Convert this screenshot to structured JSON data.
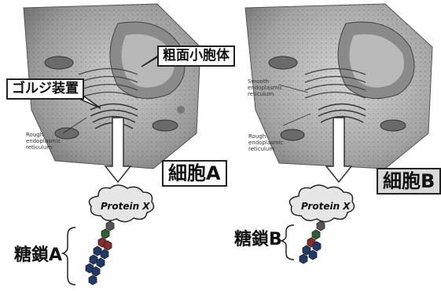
{
  "left_panel": {
    "callouts": {
      "rough_er": "粗面小胞体",
      "golgi": "ゴルジ装置"
    },
    "small_label_rough_er": "Rough\nendoplasmic\nreticulum",
    "cell_label": "細胞A",
    "protein_label": "Protein X",
    "sugar_chain_label": "糖鎖A"
  },
  "right_panel": {
    "small_label_smooth_er": "Smooth\nendoplasmic\nreticulum",
    "small_label_rough_er": "Rough\nendoplasmic\nreticulum",
    "cell_label": "細胞B",
    "protein_label": "Protein X",
    "sugar_chain_label": "糖鎖B"
  },
  "colors": {
    "cell_label_b_bg": "#d8d8d8",
    "cell_label_a_bg": "#ffffff"
  }
}
